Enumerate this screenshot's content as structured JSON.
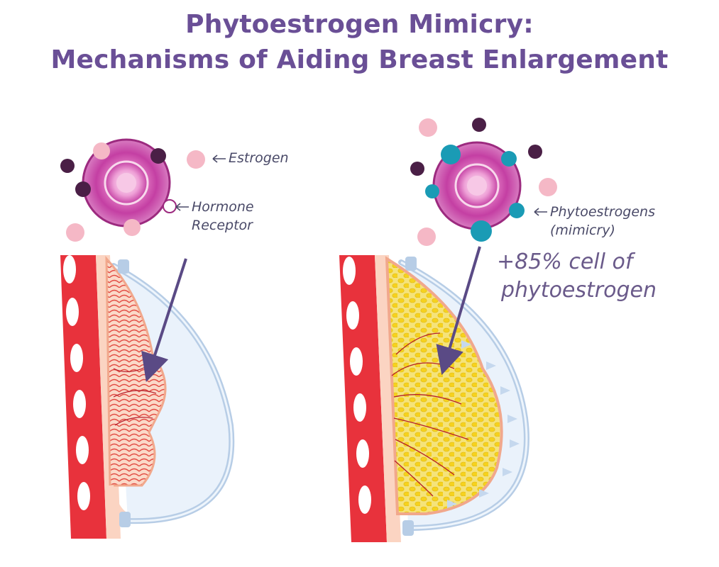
{
  "title": {
    "line1": "Phytoestrogen Mimicry:",
    "line2": "Mechanisms of Aiding Breast Enlargement"
  },
  "left_panel": {
    "estrogen_label": "Estrogen",
    "receptor_label_line1": "Hormone",
    "receptor_label_line2": "Receptor"
  },
  "right_panel": {
    "phyto_label_line1": "Phytoestrogens",
    "phyto_label_line2": "(mimicry)",
    "increase_line1": "+85% cell of",
    "increase_line2": "phytoestrogen"
  },
  "colors": {
    "title": "#6a4f96",
    "estrogen": "#f5b8c6",
    "dark_molecule": "#4a1f46",
    "phytoestrogen": "#1a9bb5",
    "receptor": "#c0389a",
    "muscle": "#e8323c",
    "fat_tissue": "#f5dc3a",
    "arrow": "#5a4a85"
  }
}
